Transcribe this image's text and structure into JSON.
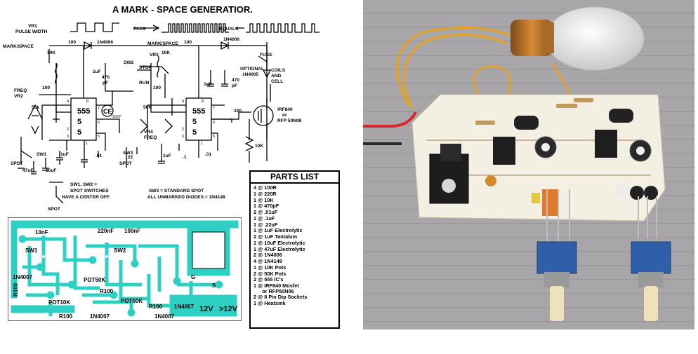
{
  "schematic": {
    "title": "A MARK - SPACE GENERATIOR.",
    "labels": {
      "vr1": "VR1",
      "pulse_width": "PULSE WIDTH",
      "mark_space_left": "MARK/SPACE",
      "plus": "PLUS",
      "equals": "EQUALS",
      "mark_space_mid": "MARK/SPACE",
      "vr3": "VR3",
      "r100_a": "100",
      "r100_b": "100",
      "d1": "1N4006",
      "d2": "1N4006",
      "r10k_a": "10K",
      "r10k_b": "10K",
      "sw2": "SW2",
      "stop": "STOP",
      "run": "RUN",
      "c_1uf": "1uF",
      "c_470pf": "470\npF",
      "freq": "FREQ",
      "vr2": "VR2",
      "r100_c": "100",
      "r100_d": "100",
      "r50k_a": "50k",
      "r50k_b": "50K",
      "vr4": "VR4",
      "freq2": "FREQ",
      "ic1": "555",
      "ic2": "555",
      "ce": "CE",
      "year": "2007",
      "optional": "OPTIONAL",
      "optional_diode": "1N4005",
      "fuse": "FUSE",
      "coils_and_cell": "COILS\nAND\nCELL",
      "r220": "220",
      "mosfet": "IRF840\nor\nRFP 50N06",
      "r10k_c": "10K",
      "c01_a": ".01",
      "c01_b": ".01",
      "c1uf_a": "1uF",
      "c1uf_b": "1uF",
      "c22": ".22",
      "c1": ".1",
      "sw1": "SW1",
      "sw3": "SW3",
      "spdt1": "SPDT",
      "spdt2": "SPDT",
      "c47uf": "47uF",
      "c10uf": "10uF",
      "c220n_top": "1uF",
      "c470_mid": "470\npF",
      "c1uf_mid": "1uF",
      "note1": "SW1, SW2 =\nSPOT SWITCHES\nHAVE A CENTER OFF.",
      "note2": "SW3 = STANDARD SPOT\nALL UNMARKED DIODES = 1N4148",
      "spot": "SPOT",
      "pin_labels_ic1": [
        "4",
        "8",
        "7",
        "6",
        "2",
        "3",
        "5",
        "1"
      ],
      "pin_labels_ic2": [
        "4",
        "8",
        "7",
        "6",
        "2",
        "3",
        "5",
        "1"
      ]
    },
    "parts_list": {
      "header": "PARTS LIST",
      "items": [
        "4 @ 100R",
        "1 @ 220R",
        "1 @ 10K",
        "1 @ 470pF",
        "2 @ .01uF",
        "1 @ .1uF",
        "1 @ .22uF",
        "1 @ 1uF Electrolytic",
        "2 @ 1uF Tantalum",
        "1 @ 10uF Electrolytic",
        "1 @ 47uF Electrolytic",
        "2 @ 1N4006",
        "4 @ 1N4148",
        "1 @ 10K Pots",
        "2 @ 50K Pots",
        "2 @ 555 IC's",
        "1 @ IRF840 Mosfet\n      or RFP50N06",
        "2 @ 8 Pin Dip Sockets",
        "1 @ Heatsink"
      ]
    }
  },
  "pcb": {
    "labels": {
      "c10n": "10nF",
      "c220n": "220nF",
      "c100n": "100nF",
      "sw1": "SW1",
      "sw2": "SW2",
      "pot10k": "POT10K",
      "pot50k_a": "POT50K",
      "pot50k_b": "POT50K",
      "r100_a": "R100",
      "r100_b": "R100",
      "r100_c": "R100",
      "r100_d": "R100",
      "d1": "1N4007",
      "d2": "1N4007",
      "d3": "1N4007",
      "d4": "1N4007",
      "g": "G",
      "s": "S",
      "v12": "12V",
      "v12b": ">12V"
    }
  },
  "colors": {
    "pcb_copper": "#2fd0c4",
    "photo_background": "#a7a5a8",
    "board": "#f3efe2",
    "bulb_base": "#c47a2a",
    "wire_orange": "#e9a21c",
    "wire_red": "#d8262e",
    "toggle_blue": "#2e5fa8",
    "lever_cream": "#efe2b8"
  },
  "photo": {
    "alt": "photo"
  }
}
